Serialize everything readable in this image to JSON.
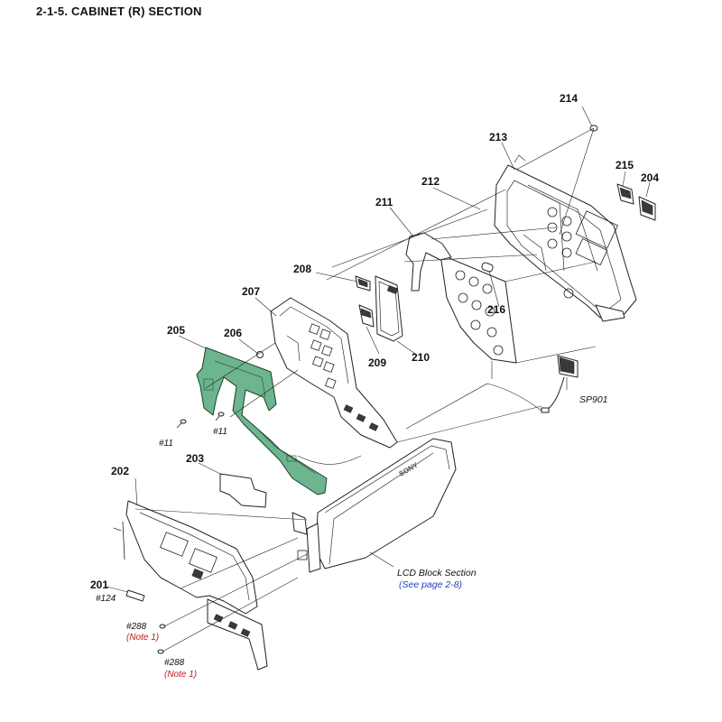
{
  "title": "2-1-5. CABINET (R) SECTION",
  "callouts": {
    "p201": "201",
    "p202": "202",
    "p203": "203",
    "p204": "204",
    "p205": "205",
    "p206": "206",
    "p207": "207",
    "p208": "208",
    "p209": "209",
    "p210": "210",
    "p211": "211",
    "p212": "212",
    "p213": "213",
    "p214": "214",
    "p215": "215",
    "p216": "216",
    "sp901": "SP901"
  },
  "screws": {
    "s11_left": "#11",
    "s11_right": "#11",
    "s124": "#124",
    "s288_a": "#288",
    "s288_b": "#288"
  },
  "notes": {
    "note_a": "(Note 1)",
    "note_b": "(Note 1)"
  },
  "lcd_reference": {
    "label": "LCD Block Section",
    "link": "(See page 2-8)"
  },
  "brand_mark": "SONY",
  "colors": {
    "pcb_fill": "#6cb58e",
    "note_color": "#c0181c",
    "link_color": "#1f3fbf"
  }
}
